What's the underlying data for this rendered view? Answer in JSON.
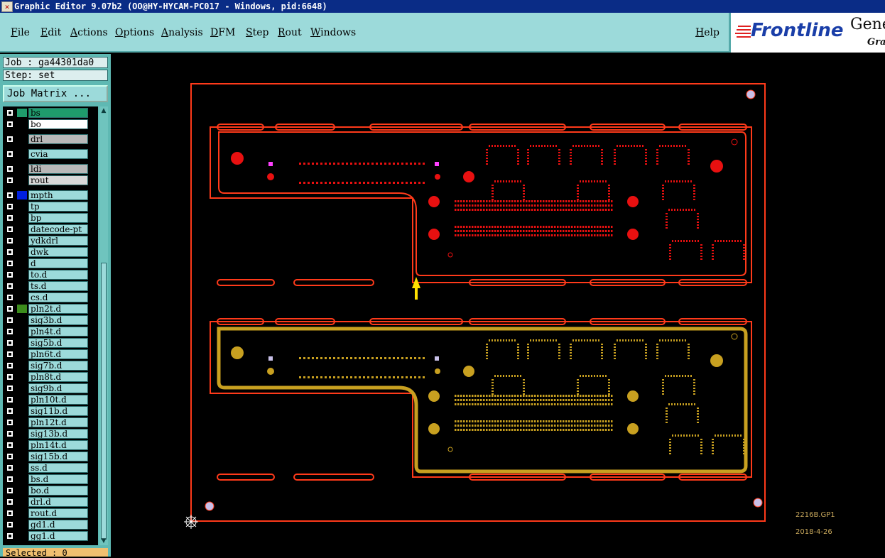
{
  "window": {
    "title": "Graphic Editor 9.07b2 (OO@HY-HYCAM-PC017 - Windows, pid:6648)"
  },
  "menubar": {
    "items": [
      "File",
      "Edit",
      "Actions",
      "Options",
      "Analysis",
      "DFM",
      "Step",
      "Rout",
      "Windows"
    ],
    "help": "Help"
  },
  "logo": {
    "brand": "Frontline",
    "product": "Gene",
    "sub": "Grap"
  },
  "sidebar": {
    "job": "Job : ga44301da0",
    "step": "Step: set",
    "job_matrix": "Job Matrix ...",
    "layers": [
      {
        "name": "bs",
        "color": "#1f9c6c",
        "name_bg": "#1f9c6c",
        "editable": false
      },
      {
        "name": "bo",
        "color": "#000000",
        "name_bg": "#ffffff",
        "editable": false
      },
      {
        "name": "drl",
        "color": "#000000",
        "name_bg": "#b8b8b8",
        "editable": false
      },
      {
        "name": "cvia",
        "color": "#000000",
        "name_bg": "#9cdada",
        "editable": false
      },
      {
        "name": "ldi",
        "color": "#000000",
        "name_bg": "#b8b8b8",
        "editable": false
      },
      {
        "name": "rout",
        "color": "#000000",
        "name_bg": "#d8d8d8",
        "editable": false
      },
      {
        "name": "mpth",
        "color": "#0020e0",
        "name_bg": "#9cdada",
        "editable": false
      },
      {
        "name": "tp",
        "color": "#000000",
        "name_bg": "#9cdada",
        "editable": false
      },
      {
        "name": "bp",
        "color": "#000000",
        "name_bg": "#9cdada",
        "editable": false
      },
      {
        "name": "datecode-pt",
        "color": "#000000",
        "name_bg": "#9cdada",
        "editable": false
      },
      {
        "name": "ydkdrl",
        "color": "#000000",
        "name_bg": "#9cdada",
        "editable": false
      },
      {
        "name": "dwk",
        "color": "#000000",
        "name_bg": "#9cdada",
        "editable": false
      },
      {
        "name": "d",
        "color": "#000000",
        "name_bg": "#9cdada",
        "editable": false
      },
      {
        "name": "to.d",
        "color": "#000000",
        "name_bg": "#9cdada",
        "editable": true
      },
      {
        "name": "ts.d",
        "color": "#000000",
        "name_bg": "#9cdada",
        "editable": false
      },
      {
        "name": "cs.d",
        "color": "#000000",
        "name_bg": "#9cdada",
        "editable": true
      },
      {
        "name": "pln2t.d",
        "color": "#3c8c1c",
        "name_bg": "#9cdada",
        "editable": false
      },
      {
        "name": "sig3b.d",
        "color": "#000000",
        "name_bg": "#9cdada",
        "editable": true
      },
      {
        "name": "pln4t.d",
        "color": "#000000",
        "name_bg": "#9cdada",
        "editable": false
      },
      {
        "name": "sig5b.d",
        "color": "#000000",
        "name_bg": "#9cdada",
        "editable": true
      },
      {
        "name": "pln6t.d",
        "color": "#000000",
        "name_bg": "#9cdada",
        "editable": false
      },
      {
        "name": "sig7b.d",
        "color": "#000000",
        "name_bg": "#9cdada",
        "editable": true
      },
      {
        "name": "pln8t.d",
        "color": "#000000",
        "name_bg": "#9cdada",
        "editable": false
      },
      {
        "name": "sig9b.d",
        "color": "#000000",
        "name_bg": "#9cdada",
        "editable": true
      },
      {
        "name": "pln10t.d",
        "color": "#000000",
        "name_bg": "#9cdada",
        "editable": false
      },
      {
        "name": "sig11b.d",
        "color": "#000000",
        "name_bg": "#9cdada",
        "editable": true
      },
      {
        "name": "pln12t.d",
        "color": "#000000",
        "name_bg": "#9cdada",
        "editable": false
      },
      {
        "name": "sig13b.d",
        "color": "#000000",
        "name_bg": "#9cdada",
        "editable": true
      },
      {
        "name": "pln14t.d",
        "color": "#000000",
        "name_bg": "#9cdada",
        "editable": false
      },
      {
        "name": "sig15b.d",
        "color": "#000000",
        "name_bg": "#9cdada",
        "editable": true
      },
      {
        "name": "ss.d",
        "color": "#000000",
        "name_bg": "#9cdada",
        "editable": true
      },
      {
        "name": "bs.d",
        "color": "#000000",
        "name_bg": "#9cdada",
        "editable": false
      },
      {
        "name": "bo.d",
        "color": "#000000",
        "name_bg": "#9cdada",
        "editable": true
      },
      {
        "name": "drl.d",
        "color": "#000000",
        "name_bg": "#9cdada",
        "editable": false
      },
      {
        "name": "rout.d",
        "color": "#000000",
        "name_bg": "#9cdada",
        "editable": false
      },
      {
        "name": "gd1.d",
        "color": "#000000",
        "name_bg": "#9cdada",
        "editable": true
      },
      {
        "name": "gg1.d",
        "color": "#000000",
        "name_bg": "#9cdada",
        "editable": false
      }
    ],
    "selected": "Selected : 0"
  },
  "canvas": {
    "notes": [
      "2216B.GP1",
      "2018-4-26"
    ],
    "colors": {
      "outline": "#ff3a1a",
      "top_board": "#e81010",
      "bottom_board": "#c8a020",
      "cursor": "#ffe000",
      "fiducial": "#c8c0e8"
    }
  }
}
